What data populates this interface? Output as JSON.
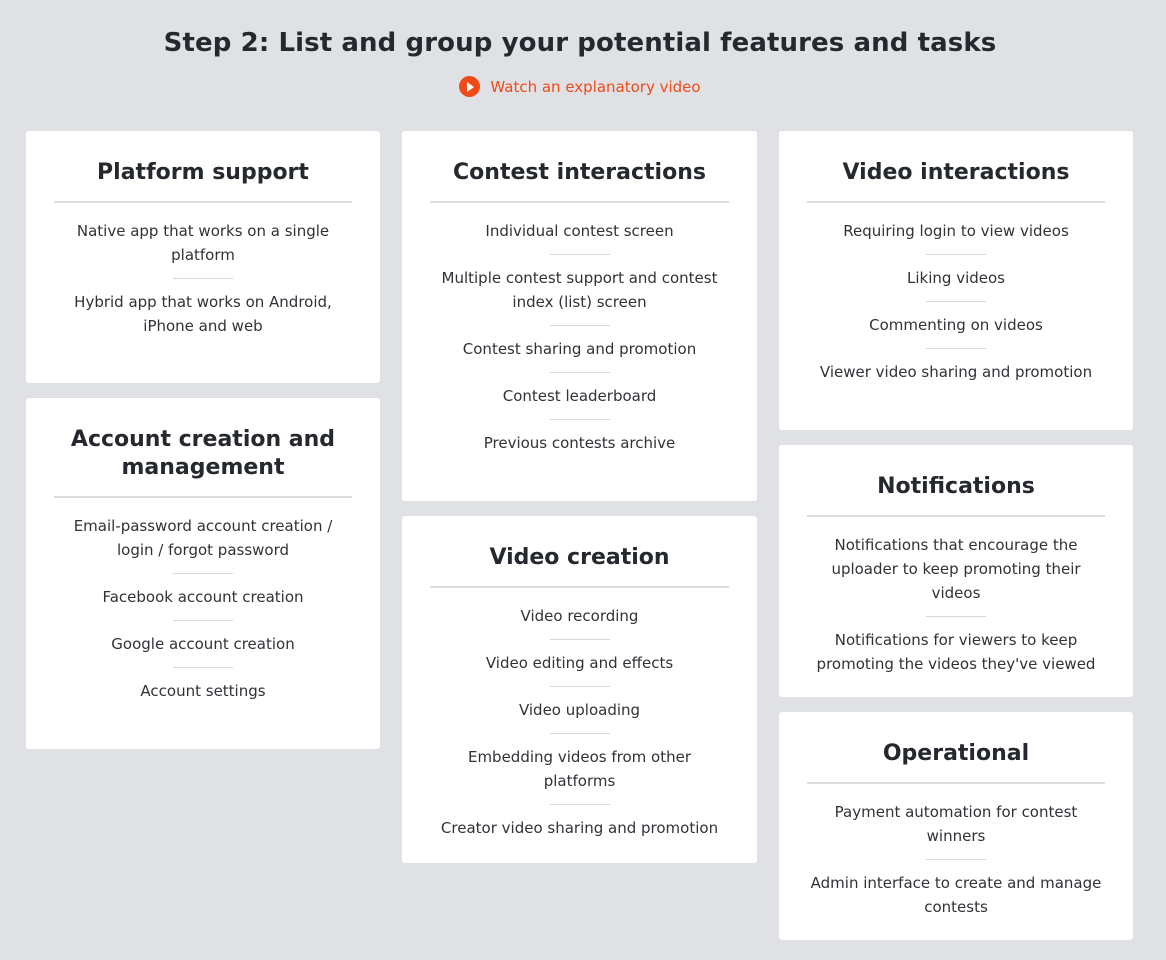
{
  "header": {
    "title": "Step 2: List and group your potential features and tasks",
    "video_link_label": "Watch an explanatory video"
  },
  "cards": {
    "platform_support": {
      "title": "Platform support",
      "items": [
        "Native app that works on a single platform",
        "Hybrid app that works on Android, iPhone and web"
      ]
    },
    "account": {
      "title": "Account creation and management",
      "items": [
        "Email-password account creation / login / forgot password",
        "Facebook account creation",
        "Google account creation",
        "Account settings"
      ]
    },
    "contest": {
      "title": "Contest interactions",
      "items": [
        "Individual contest screen",
        "Multiple contest support and contest index (list) screen",
        "Contest sharing and promotion",
        "Contest leaderboard",
        "Previous contests archive"
      ]
    },
    "video_creation": {
      "title": "Video creation",
      "items": [
        "Video recording",
        "Video editing and effects",
        "Video uploading",
        "Embedding videos from other platforms",
        "Creator video sharing and promotion"
      ]
    },
    "video_interactions": {
      "title": "Video interactions",
      "items": [
        "Requiring login to view videos",
        "Liking videos",
        "Commenting on videos",
        "Viewer video sharing and promotion"
      ]
    },
    "notifications": {
      "title": "Notifications",
      "items": [
        "Notifications that encourage the uploader to keep promoting their videos",
        "Notifications for viewers to keep promoting the videos they've viewed"
      ]
    },
    "operational": {
      "title": "Operational",
      "items": [
        "Payment automation for contest winners",
        "Admin interface to create and manage contests"
      ]
    }
  }
}
